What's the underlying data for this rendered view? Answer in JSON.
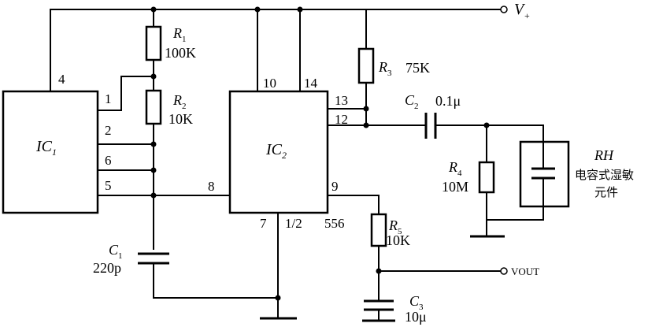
{
  "supply": {
    "name": "V",
    "sub": "+"
  },
  "output": {
    "label": "VOUT"
  },
  "ic1": {
    "name": "IC",
    "sub": "1",
    "pins": {
      "p4": "4",
      "p1": "1",
      "p2": "2",
      "p6": "6",
      "p5": "5"
    }
  },
  "ic2": {
    "name": "IC",
    "sub": "2",
    "part": "556",
    "half": "1/2",
    "pins": {
      "p10": "10",
      "p14": "14",
      "p13": "13",
      "p12": "12",
      "p8": "8",
      "p9": "9",
      "p7": "7"
    }
  },
  "r1": {
    "name": "R",
    "sub": "1",
    "value": "100K"
  },
  "r2": {
    "name": "R",
    "sub": "2",
    "value": "10K"
  },
  "r3": {
    "name": "R",
    "sub": "3",
    "value": "75K"
  },
  "r4": {
    "name": "R",
    "sub": "4",
    "value": "10M"
  },
  "r5": {
    "name": "R",
    "sub": "5",
    "value": "10K"
  },
  "c1": {
    "name": "C",
    "sub": "1",
    "value": "220p"
  },
  "c2": {
    "name": "C",
    "sub": "2",
    "value": "0.1μ"
  },
  "c3": {
    "name": "C",
    "sub": "3",
    "value": "10μ"
  },
  "sensor": {
    "name": "RH",
    "desc_line1": "电容式湿敏",
    "desc_line2": "元件"
  }
}
